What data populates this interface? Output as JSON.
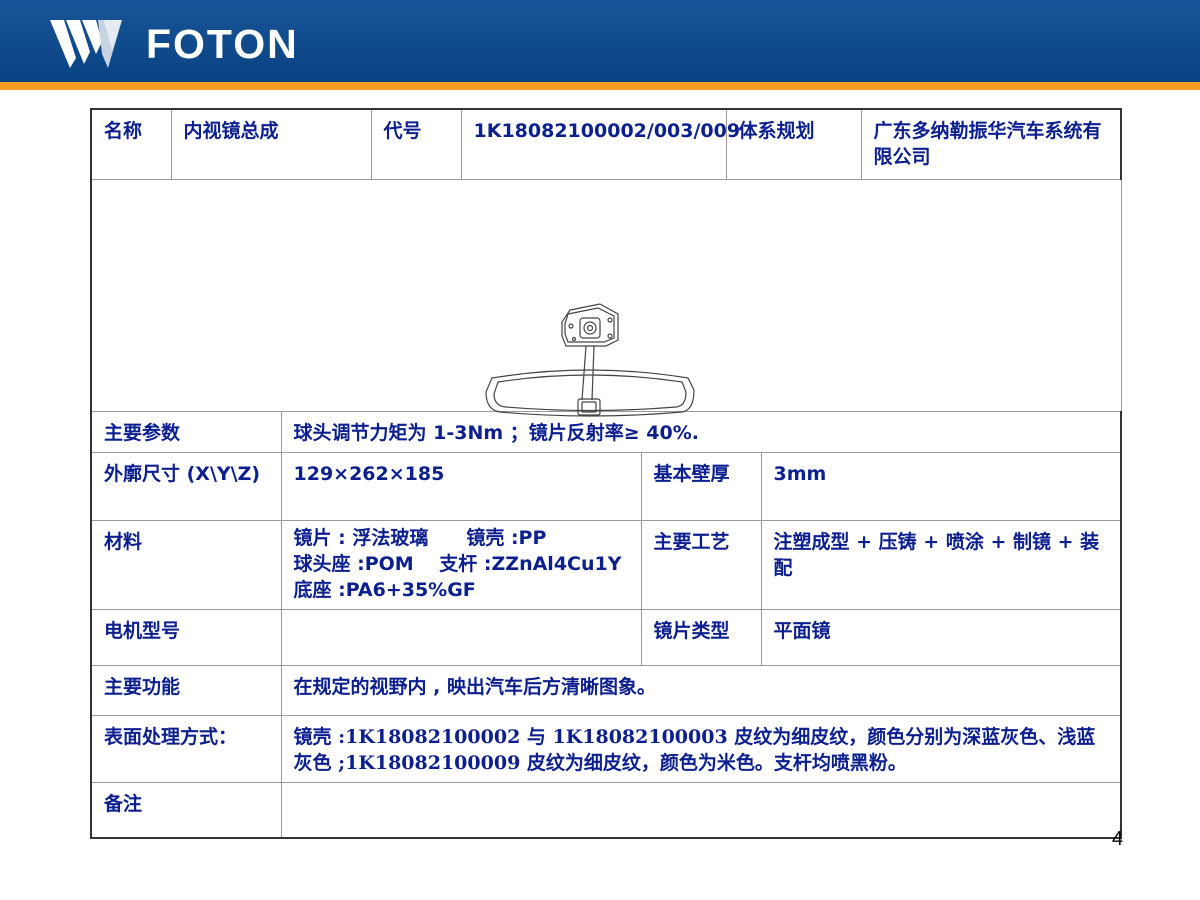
{
  "header": {
    "brand": "FOTON",
    "colors": {
      "band": "#0a4a91",
      "stripe": "#f39c1f",
      "text": "#0c1f8f"
    }
  },
  "row1": {
    "name_label": "名称",
    "name_value": "内视镜总成",
    "code_label": "代号",
    "code_value": "1K18082100002/003/009",
    "system_label": "体系规划",
    "system_value": "广东多纳勒振华汽车系统有限公司"
  },
  "params": {
    "label": "主要参数",
    "value": "球头调节力矩为 1-3Nm ；镜片反射率≥ 40%."
  },
  "dimensions": {
    "label": "外廓尺寸 (X\\Y\\Z)",
    "value": "129×262×185",
    "thickness_label": "基本壁厚",
    "thickness_value": "3mm"
  },
  "materials": {
    "label": "材料",
    "line1": "镜片 : 浮法玻璃　　镜壳 :PP",
    "line2": "球头座 :POM　 支杆 :ZZnAl4Cu1Y",
    "line3": "底座 :PA6+35%GF",
    "process_label": "主要工艺",
    "process_value": "注塑成型 + 压铸 + 喷涂 + 制镜 + 装配"
  },
  "motor": {
    "label": "电机型号",
    "value": "",
    "lens_type_label": "镜片类型",
    "lens_type_value": "平面镜"
  },
  "function": {
    "label": "主要功能",
    "value": "在规定的视野内 , 映出汽车后方清晰图象。"
  },
  "surface": {
    "label": "表面处理方式：",
    "value": "镜壳 :1K18082100002 与 1K18082100003 皮纹为细皮纹，颜色分别为深蓝灰色、浅蓝灰色 ;1K18082100009 皮纹为细皮纹，颜色为米色。支杆均喷黑粉。"
  },
  "remarks": {
    "label": "备注",
    "value": ""
  },
  "page_number": "4"
}
